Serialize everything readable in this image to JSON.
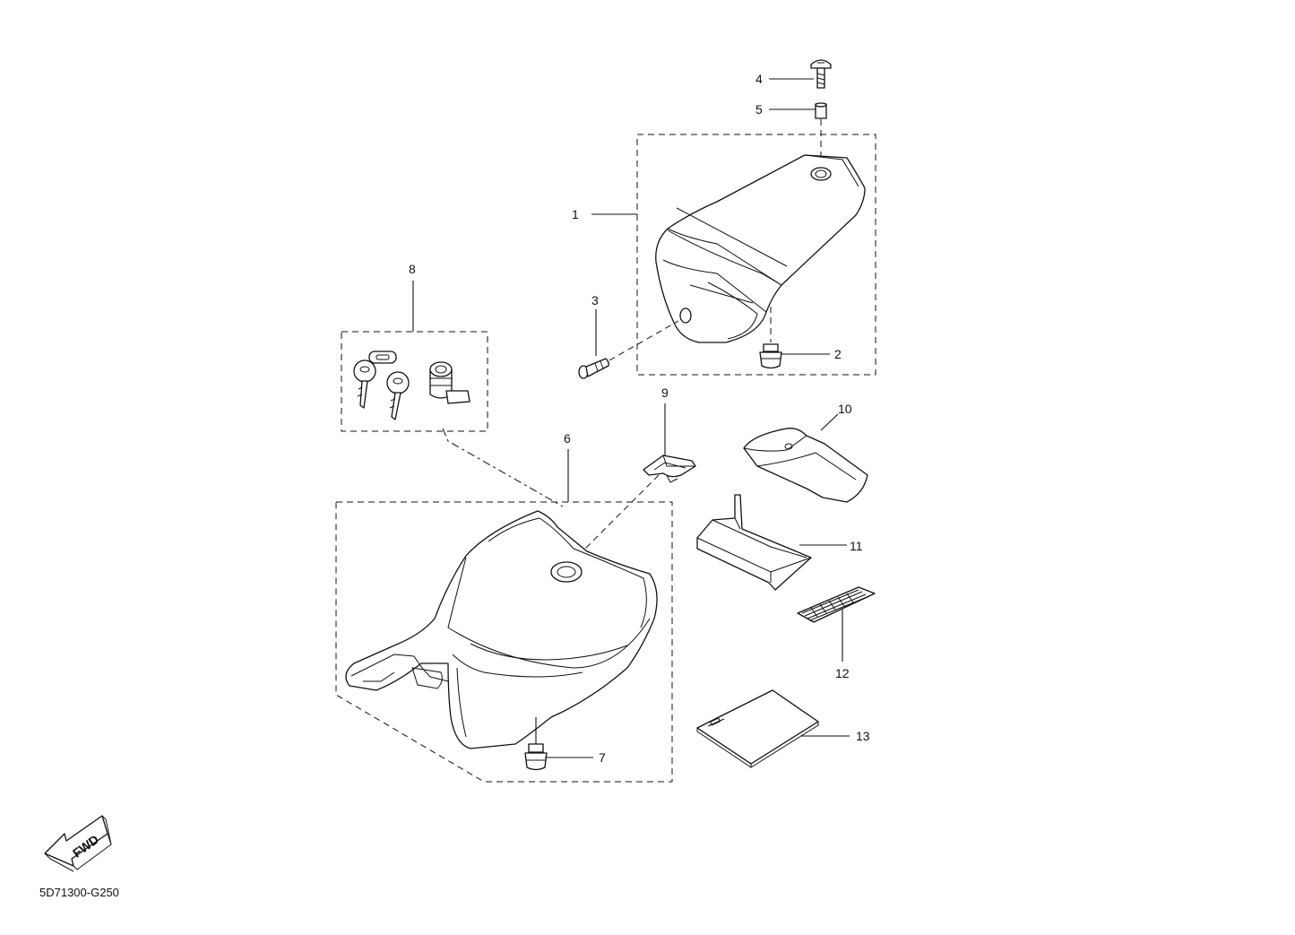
{
  "diagram": {
    "drawing_code": "5D71300-G250",
    "fwd_label": "FWD",
    "callouts": {
      "c1": "1",
      "c2": "2",
      "c3": "3",
      "c4": "4",
      "c5": "5",
      "c6": "6",
      "c7": "7",
      "c8": "8",
      "c9": "9",
      "c10": "10",
      "c11": "11",
      "c12": "12",
      "c13": "13"
    }
  }
}
